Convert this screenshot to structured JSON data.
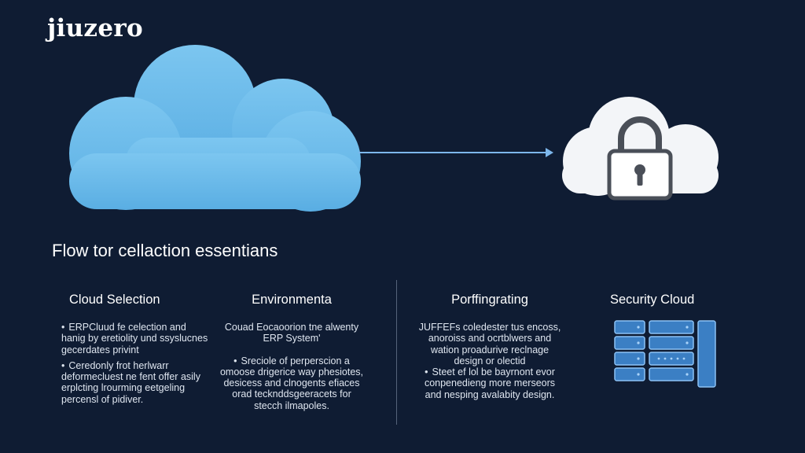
{
  "brand": {
    "name": "jiuzero"
  },
  "colors": {
    "background": "#0f1c33",
    "cloud_blue": "#6ab9e8",
    "cloud_white": "#f3f5f8",
    "arrow": "#7db7ec",
    "lock": "#4a4f58",
    "rack_fill": "#3b7fc4",
    "rack_stroke": "#8cc2f5"
  },
  "icons": {
    "source_cloud": "cloud-icon",
    "arrow": "arrow-right-icon",
    "secure_cloud": "secure-cloud-icon",
    "lock": "padlock-icon",
    "server_rack": "server-rack-icon"
  },
  "section": {
    "heading": "Flow tor cellaction essentians"
  },
  "columns": [
    {
      "title": "Cloud Selection",
      "paragraphs": [
        "ERPCluud fe celection and hanig by eretiolity und ssyslucnes gecerdates privint",
        "Ceredonly frot herlwarr deformecluest ne fent offer asily erplcting lrourming eetgeling percensl of pidiver."
      ]
    },
    {
      "title": "Environmenta",
      "paragraphs": [
        "Couad Eocaoorion tne alwenty ERP Systemʹ",
        "Sreciole of perperscion a omoose drigerice way phesiotes, desicess and clnogents efiaces orad tecknddsgeeracets for stecch ilmapoles."
      ]
    },
    {
      "title": "Porffingrating",
      "paragraphs": [
        "JUFFEFs coledester tus encoss, anoroiss and ocrtblwers and wation proadurive reclnage design or olectid",
        "Steet ef lol be bayrnont evor conpenedieng more merseors and nesping avalabity design."
      ]
    },
    {
      "title": "Security Cloud",
      "paragraphs": []
    }
  ]
}
